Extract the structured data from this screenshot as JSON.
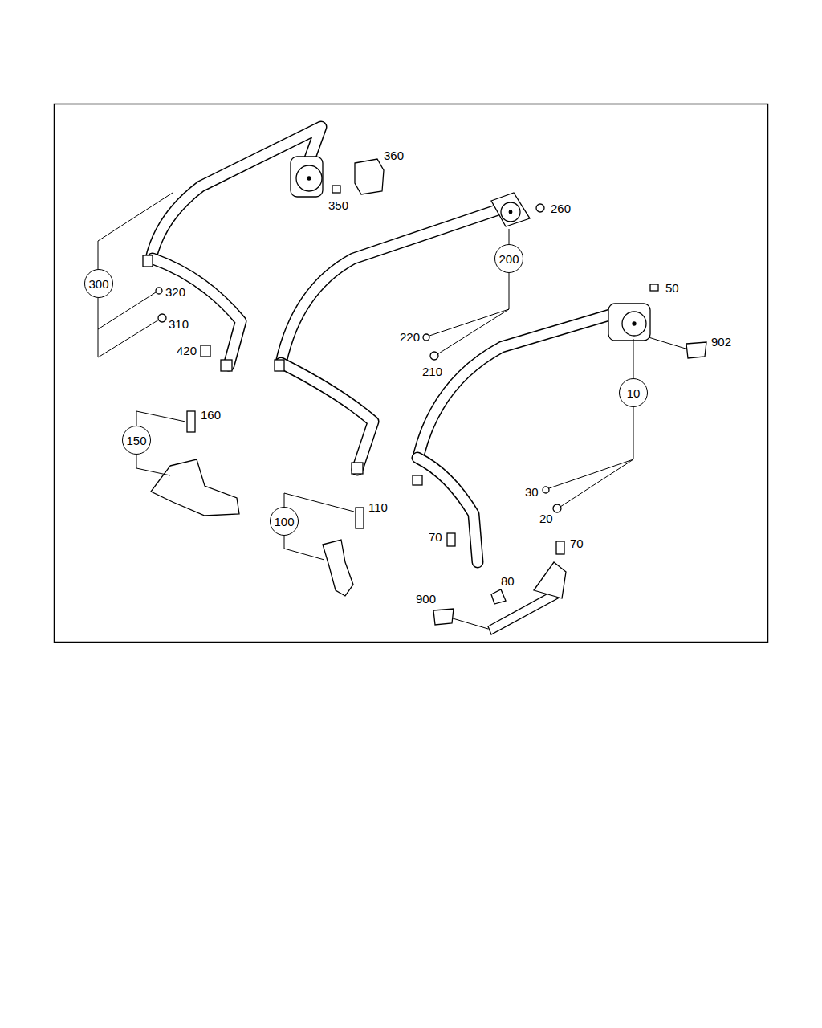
{
  "diagram": {
    "nodes": [
      {
        "text": [
          "200"
        ]
      },
      {
        "text": [
          "300"
        ]
      },
      {
        "text": [
          "10"
        ]
      },
      {
        "text": [
          "150"
        ]
      },
      {
        "text": [
          "100"
        ]
      }
    ],
    "labels": [
      "360",
      "350",
      "260",
      "320",
      "310",
      "420",
      "220",
      "210",
      "50",
      "902",
      "160",
      "110",
      "30",
      "20",
      "70",
      "70",
      "80",
      "900"
    ]
  }
}
